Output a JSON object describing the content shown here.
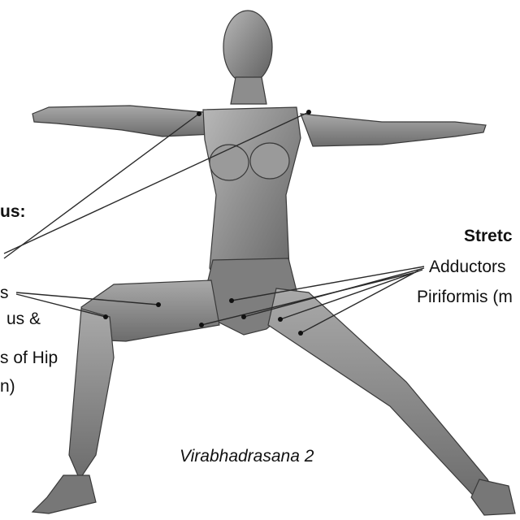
{
  "figure": {
    "caption": "Virabhadrasana 2",
    "left_labels": [
      "us:",
      "s",
      "us &",
      "s of Hip",
      "n)"
    ],
    "right_labels": [
      "Stretc",
      "Adductors",
      "Piriformis (m"
    ]
  }
}
